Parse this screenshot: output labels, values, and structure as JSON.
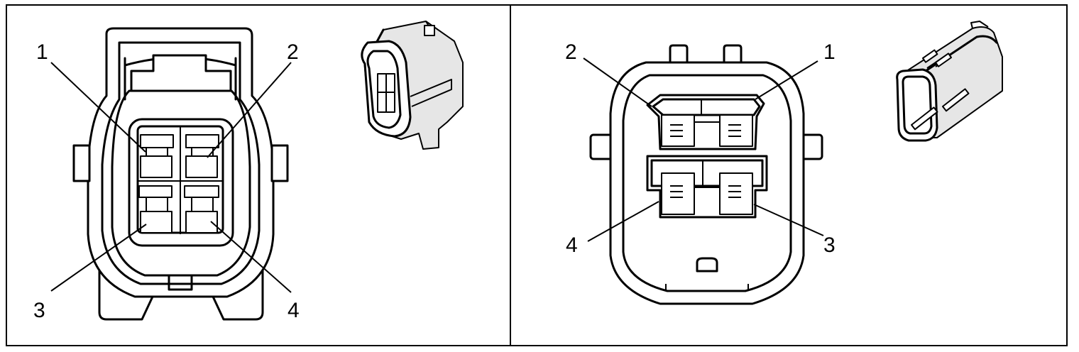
{
  "left_connector": {
    "pin_labels": [
      "1",
      "2",
      "3",
      "4"
    ]
  },
  "right_connector": {
    "pin_labels": [
      "1",
      "2",
      "3",
      "4"
    ]
  }
}
